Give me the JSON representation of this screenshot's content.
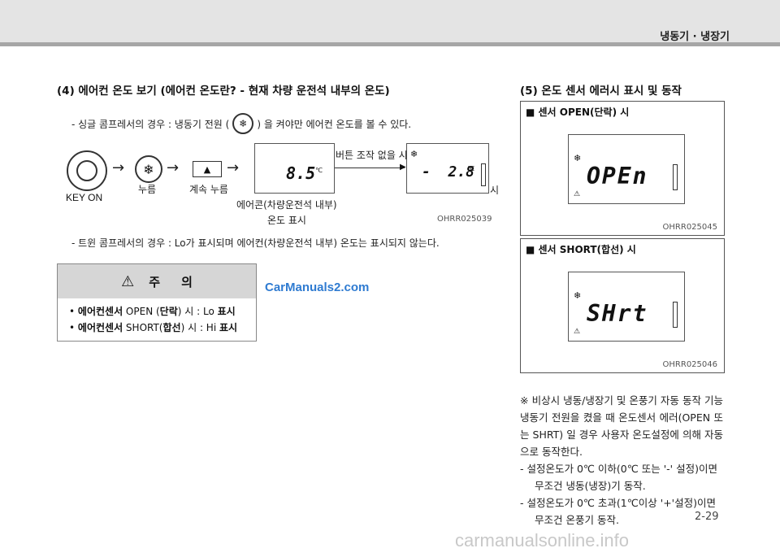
{
  "header": {
    "title": "냉동기 · 냉장기"
  },
  "left": {
    "heading": "(4) 에어컨 온도 보기 (에어컨 온도란? - 현재 차량 운전석 내부의 온도)",
    "note1_before": "- 싱글 콤프레서의 경우 : 냉동기 전원 (",
    "note1_after": ") 을 켜야만 에어컨 온도를 볼 수 있다.",
    "key_on": "KEY ON",
    "press_label": "누름",
    "hold_label": "계속 누름",
    "display1_value": "8.5",
    "display1_unit": "℃",
    "caption_line1": "에어콘(차량운전석 내부)",
    "caption_line2": "온도 표시",
    "no_button": "버튼 조작 없을 시",
    "display2_value": "-  2.8",
    "display2_unit": "℃",
    "display2_side": "시",
    "figure_code": "OHRR025039",
    "note2": "- 트윈 콤프레서의 경우 : Lo가 표시되며 에어컨(차량운전석 내부) 온도는 표시되지 않는다."
  },
  "caution": {
    "title": "주     의",
    "items": [
      {
        "bold": "에어컨센서",
        "text1": " OPEN (",
        "bold2": "단락",
        "text2": ") 시 : Lo ",
        "bold3": "표시"
      },
      {
        "bold": "에어컨센서",
        "text1": " SHORT(",
        "bold2": "합선",
        "text2": ") 시 : Hi ",
        "bold3": "표시"
      }
    ]
  },
  "watermark": "CarManuals2.com",
  "right": {
    "heading": "(5) 온도 센서 에러시 표시 및 동작",
    "panel1": {
      "title": "■  센서 OPEN(단락) 시",
      "display": "OPEn",
      "code": "OHRR025045"
    },
    "panel2": {
      "title": "■  센서 SHORT(합선) 시",
      "display": "SHrt",
      "code": "OHRR025046"
    },
    "body": "※ 비상시 냉동/냉장기 및 온풍기 자동 동작 기능 냉동기 전원을 켰을 때 온도센서 에러(OPEN 또는 SHRT) 일 경우 사용자 온도설정에 의해 자동으로 동작한다.",
    "item1_line1": "-  설정온도가 0℃ 이하(0℃ 또는 '-' 설정)이면",
    "item1_line2": "무조건 냉동(냉장)기 동작.",
    "item2_line1": "-  설정온도가 0℃ 초과(1℃이상 '+'설정)이면",
    "item2_line2": "무조건 온풍기 동작."
  },
  "page_number": "2-29",
  "footer_watermark": "carmanualsonline.info"
}
